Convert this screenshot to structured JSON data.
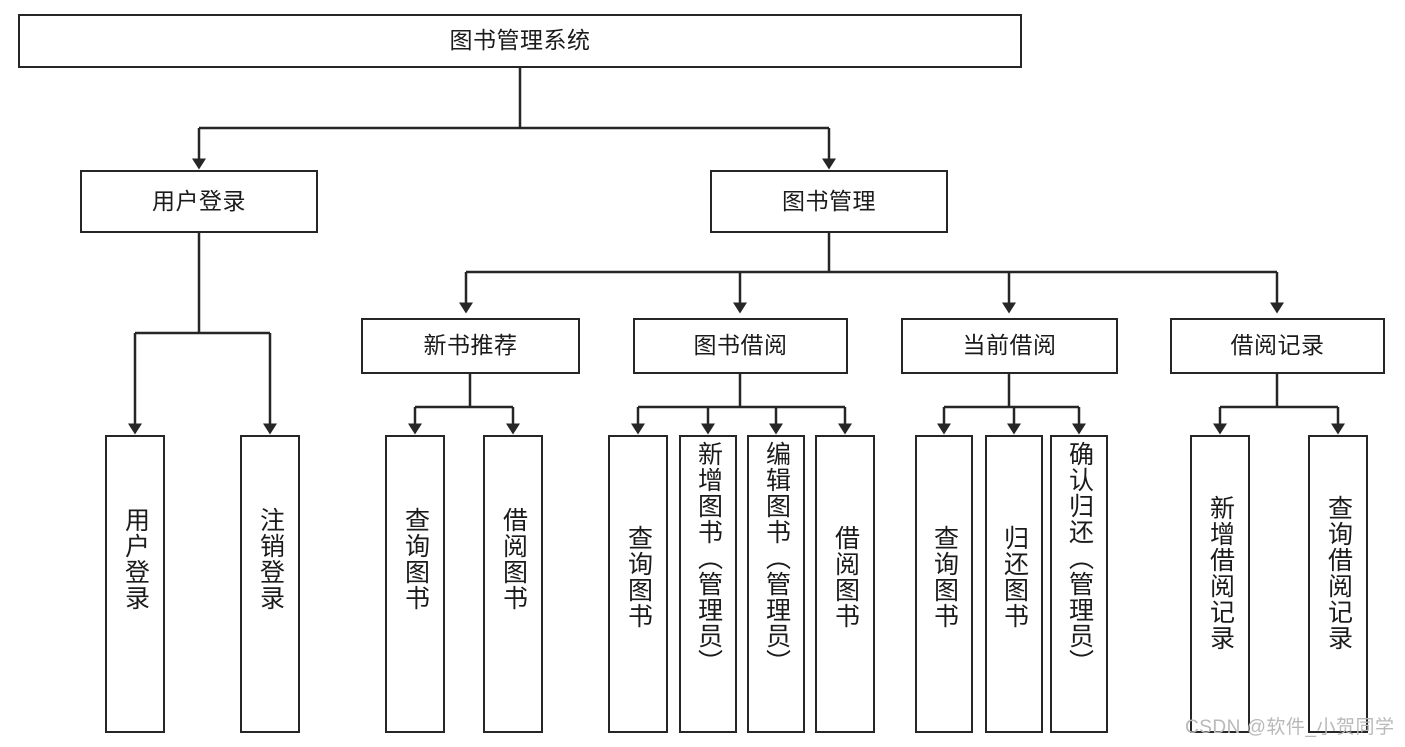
{
  "diagram": {
    "type": "tree-hierarchy",
    "title": "图书管理系统",
    "watermark": "CSDN @软件_小贺同学",
    "colors": {
      "stroke": "#262626",
      "fill": "#ffffff",
      "text": "#1b1b1b",
      "watermark": "#b9b9b9"
    },
    "levels": [
      {
        "level": 1,
        "nodes": [
          {
            "id": "root",
            "label": "图书管理系统",
            "orientation": "horizontal"
          }
        ]
      },
      {
        "level": 2,
        "nodes": [
          {
            "id": "login",
            "label": "用户登录",
            "orientation": "horizontal",
            "parent": "root"
          },
          {
            "id": "bookmgmt",
            "label": "图书管理",
            "orientation": "horizontal",
            "parent": "root"
          }
        ]
      },
      {
        "level": 3,
        "nodes": [
          {
            "id": "newbook",
            "label": "新书推荐",
            "orientation": "horizontal",
            "parent": "bookmgmt"
          },
          {
            "id": "borrow",
            "label": "图书借阅",
            "orientation": "horizontal",
            "parent": "bookmgmt"
          },
          {
            "id": "current",
            "label": "当前借阅",
            "orientation": "horizontal",
            "parent": "bookmgmt"
          },
          {
            "id": "records",
            "label": "借阅记录",
            "orientation": "horizontal",
            "parent": "bookmgmt"
          }
        ]
      },
      {
        "level": 4,
        "nodes": [
          {
            "id": "leaf1",
            "label": "用户登录",
            "orientation": "vertical",
            "parent": "login"
          },
          {
            "id": "leaf2",
            "label": "注销登录",
            "orientation": "vertical",
            "parent": "login"
          },
          {
            "id": "leaf3",
            "label": "查询图书",
            "orientation": "vertical",
            "parent": "newbook"
          },
          {
            "id": "leaf4",
            "label": "借阅图书",
            "orientation": "vertical",
            "parent": "newbook"
          },
          {
            "id": "leaf5",
            "label": "查询图书",
            "orientation": "vertical",
            "parent": "borrow"
          },
          {
            "id": "leaf6",
            "label": "新增图书（管理员）",
            "orientation": "vertical",
            "parent": "borrow"
          },
          {
            "id": "leaf7",
            "label": "编辑图书（管理员）",
            "orientation": "vertical",
            "parent": "borrow"
          },
          {
            "id": "leaf8",
            "label": "借阅图书",
            "orientation": "vertical",
            "parent": "borrow"
          },
          {
            "id": "leaf9",
            "label": "查询图书",
            "orientation": "vertical",
            "parent": "current"
          },
          {
            "id": "leaf10",
            "label": "归还图书",
            "orientation": "vertical",
            "parent": "current"
          },
          {
            "id": "leaf11",
            "label": "确认归还（管理员）",
            "orientation": "vertical",
            "parent": "current"
          },
          {
            "id": "leaf12",
            "label": "新增借阅记录",
            "orientation": "vertical",
            "parent": "records"
          },
          {
            "id": "leaf13",
            "label": "查询借阅记录",
            "orientation": "vertical",
            "parent": "records"
          }
        ]
      }
    ]
  }
}
